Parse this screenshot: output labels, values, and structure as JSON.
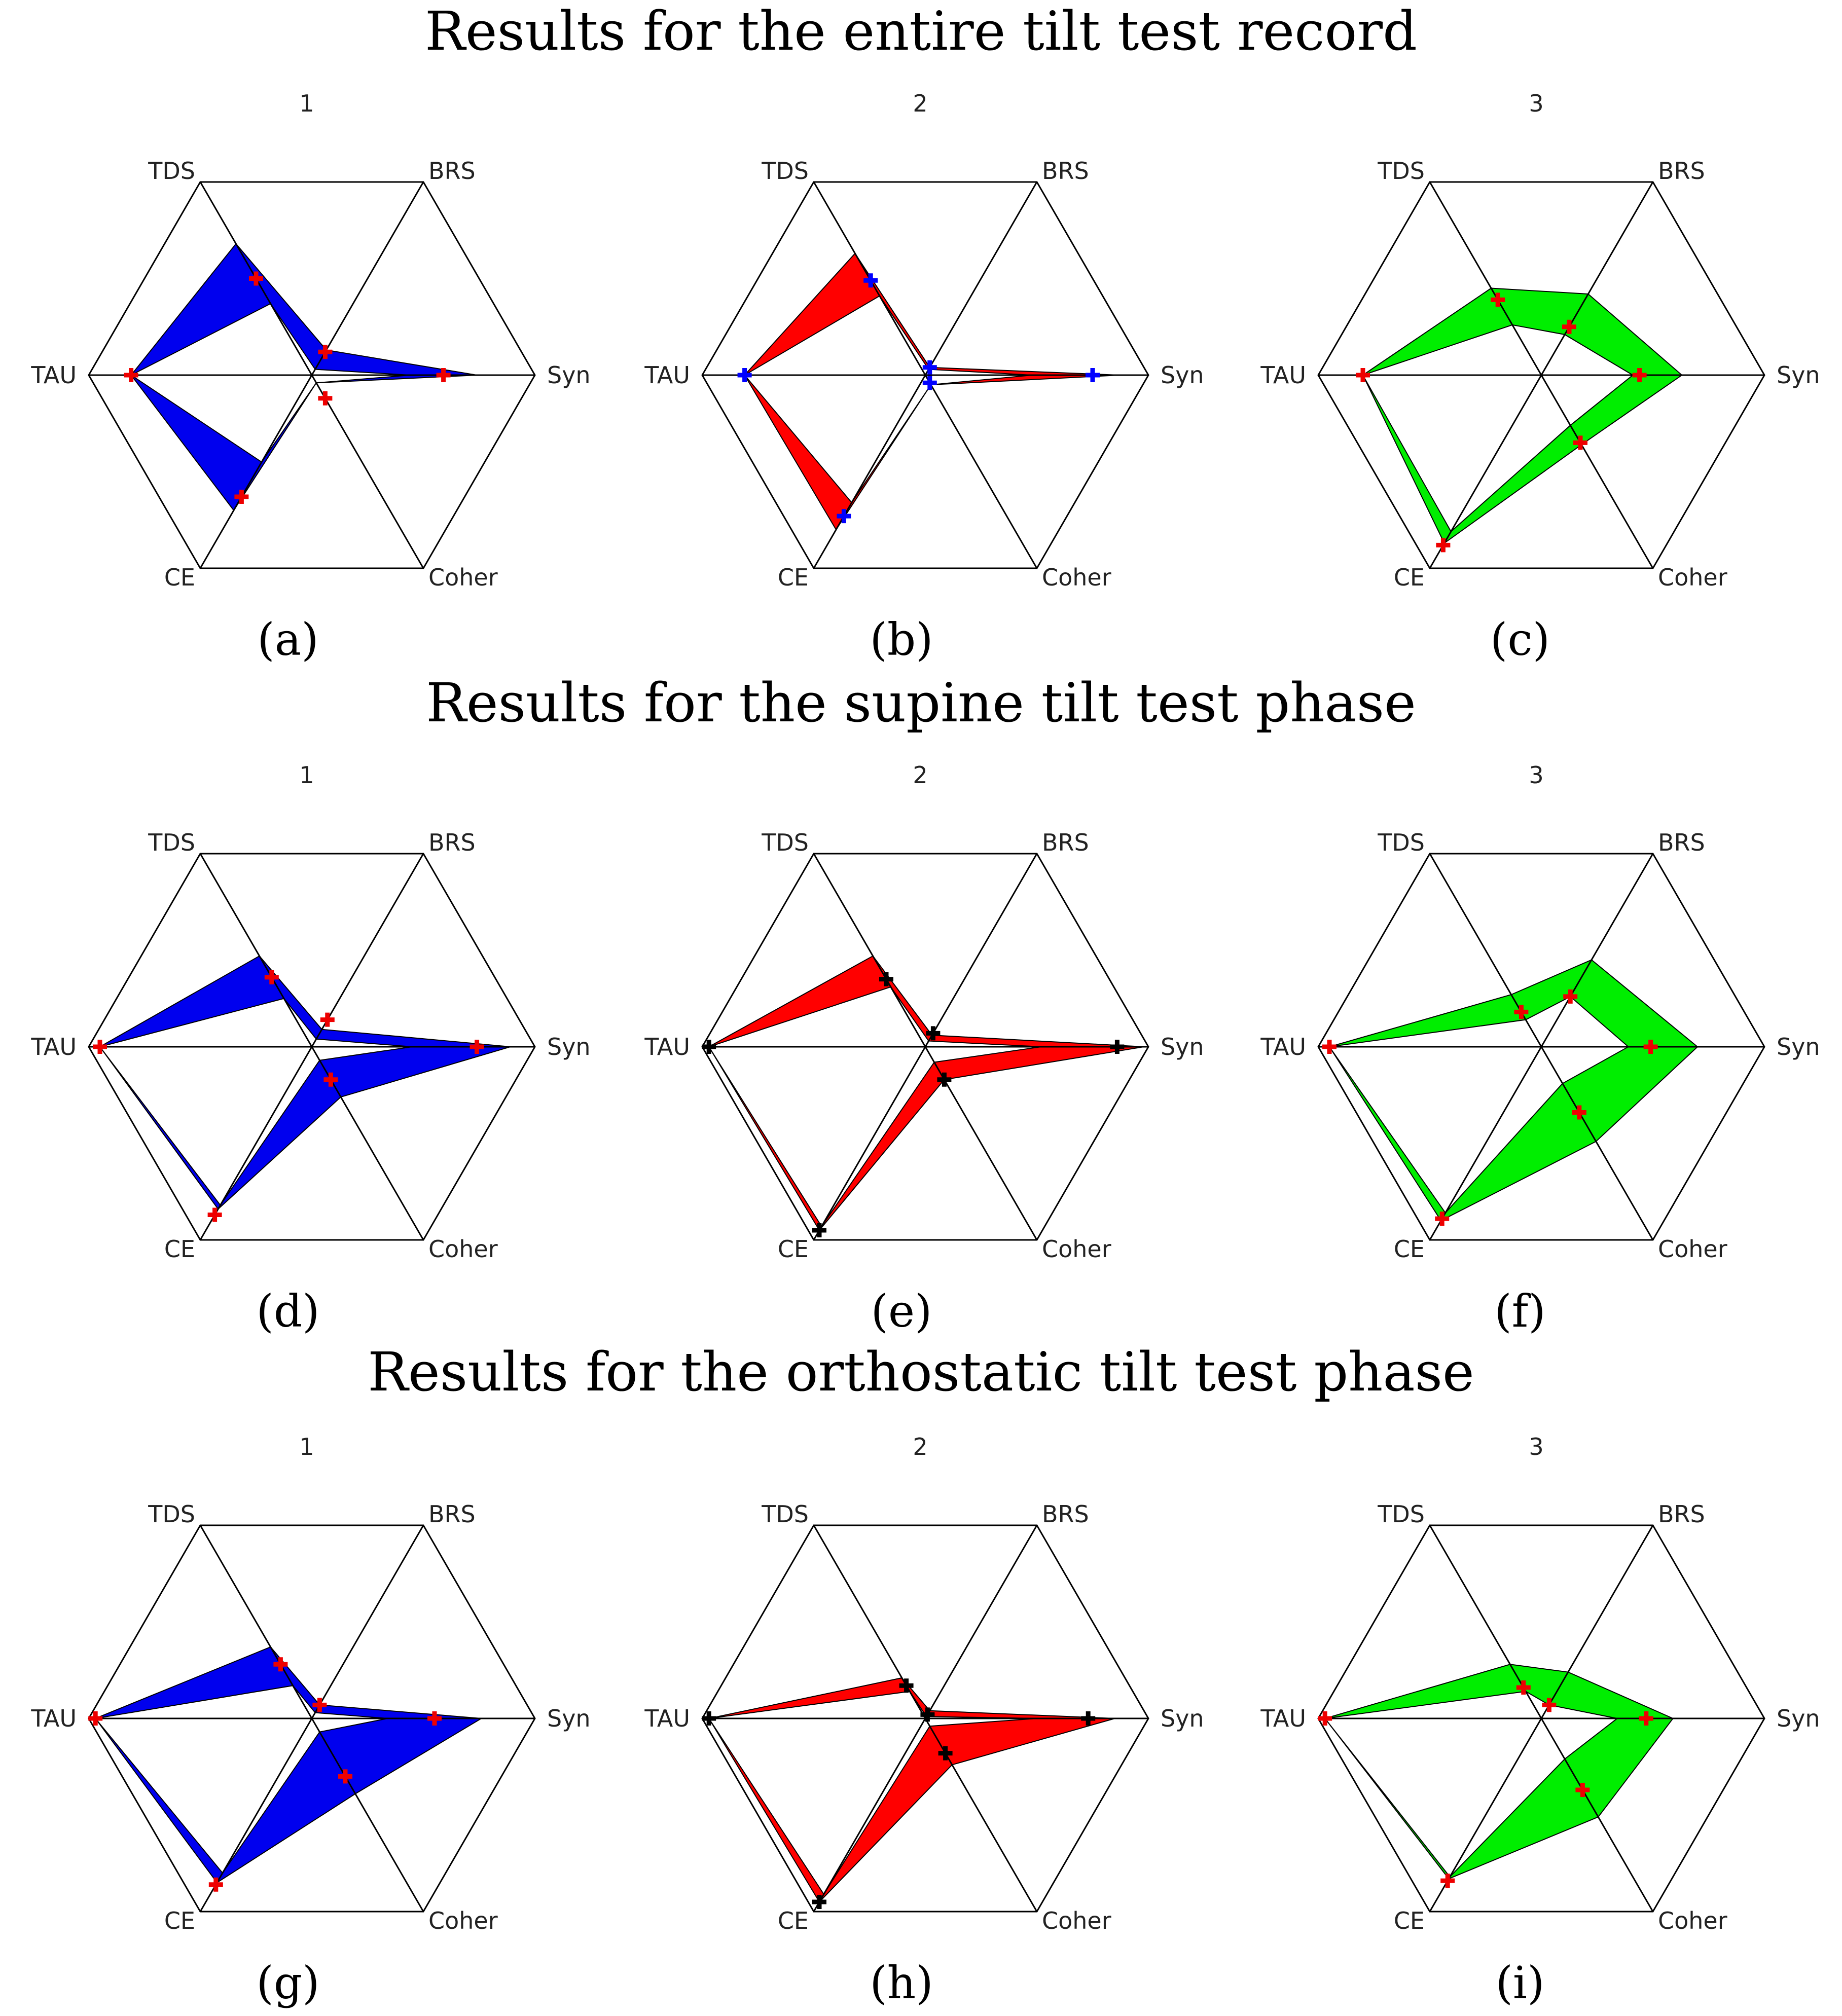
{
  "sections": [
    {
      "title": "Results for the entire tilt test record"
    },
    {
      "title": "Results for the supine tilt test phase"
    },
    {
      "title": "Results for the orthostatic tilt test phase"
    }
  ],
  "colors": {
    "blue": "#0000ee",
    "red": "#ff0000",
    "green": "#00ee00",
    "marker_red": "#ee0000",
    "marker_blue": "#0000ff",
    "marker_black": "#000000"
  },
  "chart_data": [
    {
      "type": "radar",
      "caption": "(a)",
      "title": "1",
      "axes": [
        "Syn",
        "BRS",
        "TDS",
        "TAU",
        "CE",
        "Coher"
      ],
      "axis_labels": [
        "Syn",
        "BRS",
        "TDS",
        "TAU",
        "CE",
        "Coher"
      ],
      "fill": "#0000ee",
      "marker": "#ee0000",
      "outer": [
        0.74,
        0.13,
        0.68,
        0.81,
        0.7,
        0.04
      ],
      "inner": [
        0.44,
        0.03,
        0.37,
        0.81,
        0.45,
        0.04
      ],
      "center": [
        0.59,
        0.12,
        0.5,
        0.81,
        0.63,
        0.12
      ]
    },
    {
      "type": "radar",
      "caption": "(b)",
      "title": "2",
      "axes": [
        "Syn",
        "BRS",
        "TDS",
        "TAU",
        "CE",
        "Coher"
      ],
      "axis_labels": [
        "Syn",
        "BRS",
        "TDS",
        "TAU",
        "CE",
        "Coher"
      ],
      "fill": "#ff0000",
      "marker": "#0000ff",
      "outer": [
        0.87,
        0.04,
        0.63,
        0.81,
        0.8,
        0.05
      ],
      "inner": [
        0.48,
        0.03,
        0.41,
        0.81,
        0.66,
        0.05
      ],
      "center": [
        0.75,
        0.04,
        0.49,
        0.81,
        0.73,
        0.04
      ]
    },
    {
      "type": "radar",
      "caption": "(c)",
      "title": "3",
      "axes": [
        "Syn",
        "BRS",
        "TDS",
        "TAU",
        "CE",
        "Coher"
      ],
      "axis_labels": [
        "Syn",
        "BRS",
        "TDS",
        "TAU",
        "CE",
        "Coher"
      ],
      "fill": "#00ee00",
      "marker": "#ee0000",
      "outer": [
        0.63,
        0.42,
        0.45,
        0.8,
        0.87,
        0.36
      ],
      "inner": [
        0.41,
        0.21,
        0.26,
        0.8,
        0.81,
        0.26
      ],
      "center": [
        0.44,
        0.25,
        0.39,
        0.8,
        0.88,
        0.35
      ]
    },
    {
      "type": "radar",
      "caption": "(d)",
      "title": "1",
      "axes": [
        "Syn",
        "BRS",
        "TDS",
        "TAU",
        "CE",
        "Coher"
      ],
      "axis_labels": [
        "Syn",
        "BRS",
        "TDS",
        "TAU",
        "CE",
        "Coher"
      ],
      "fill": "#0000ee",
      "marker": "#ee0000",
      "outer": [
        0.89,
        0.09,
        0.47,
        0.95,
        0.84,
        0.26
      ],
      "inner": [
        0.45,
        0.04,
        0.25,
        0.95,
        0.82,
        0.07
      ],
      "center": [
        0.74,
        0.14,
        0.36,
        0.95,
        0.87,
        0.17
      ]
    },
    {
      "type": "radar",
      "caption": "(e)",
      "title": "2",
      "axes": [
        "Syn",
        "BRS",
        "TDS",
        "TAU",
        "CE",
        "Coher"
      ],
      "axis_labels": [
        "Syn",
        "BRS",
        "TDS",
        "TAU",
        "CE",
        "Coher"
      ],
      "fill": "#ff0000",
      "marker": "#000000",
      "outer": [
        0.98,
        0.06,
        0.47,
        0.97,
        0.95,
        0.17
      ],
      "inner": [
        0.52,
        0.03,
        0.31,
        0.97,
        0.93,
        0.08
      ],
      "center": [
        0.86,
        0.07,
        0.35,
        0.97,
        0.95,
        0.17
      ]
    },
    {
      "type": "radar",
      "caption": "(f)",
      "title": "3",
      "axes": [
        "Syn",
        "BRS",
        "TDS",
        "TAU",
        "CE",
        "Coher"
      ],
      "axis_labels": [
        "Syn",
        "BRS",
        "TDS",
        "TAU",
        "CE",
        "Coher"
      ],
      "fill": "#00ee00",
      "marker": "#ee0000",
      "outer": [
        0.7,
        0.45,
        0.27,
        0.95,
        0.9,
        0.49
      ],
      "inner": [
        0.39,
        0.26,
        0.14,
        0.95,
        0.86,
        0.19
      ],
      "center": [
        0.49,
        0.26,
        0.18,
        0.95,
        0.89,
        0.34
      ]
    },
    {
      "type": "radar",
      "caption": "(g)",
      "title": "1",
      "axes": [
        "Syn",
        "BRS",
        "TDS",
        "TAU",
        "CE",
        "Coher"
      ],
      "axis_labels": [
        "Syn",
        "BRS",
        "TDS",
        "TAU",
        "CE",
        "Coher"
      ],
      "fill": "#0000ee",
      "marker": "#ee0000",
      "outer": [
        0.76,
        0.07,
        0.37,
        0.97,
        0.85,
        0.39
      ],
      "inner": [
        0.34,
        0.03,
        0.17,
        0.97,
        0.8,
        0.07
      ],
      "center": [
        0.55,
        0.07,
        0.28,
        0.97,
        0.86,
        0.3
      ]
    },
    {
      "type": "radar",
      "caption": "(h)",
      "title": "2",
      "axes": [
        "Syn",
        "BRS",
        "TDS",
        "TAU",
        "CE",
        "Coher"
      ],
      "axis_labels": [
        "Syn",
        "BRS",
        "TDS",
        "TAU",
        "CE",
        "Coher"
      ],
      "fill": "#ff0000",
      "marker": "#000000",
      "outer": [
        0.85,
        0.04,
        0.21,
        0.97,
        0.95,
        0.24
      ],
      "inner": [
        0.5,
        0.01,
        0.14,
        0.97,
        0.91,
        0.04
      ],
      "center": [
        0.73,
        0.02,
        0.17,
        0.97,
        0.95,
        0.18
      ]
    },
    {
      "type": "radar",
      "caption": "(i)",
      "title": "3",
      "axes": [
        "Syn",
        "BRS",
        "TDS",
        "TAU",
        "CE",
        "Coher"
      ],
      "axis_labels": [
        "Syn",
        "BRS",
        "TDS",
        "TAU",
        "CE",
        "Coher"
      ],
      "fill": "#00ee00",
      "marker": "#ee0000",
      "outer": [
        0.59,
        0.24,
        0.28,
        0.97,
        0.83,
        0.51
      ],
      "inner": [
        0.34,
        0.07,
        0.14,
        0.97,
        0.82,
        0.21
      ],
      "center": [
        0.47,
        0.07,
        0.16,
        0.97,
        0.84,
        0.37
      ]
    }
  ]
}
